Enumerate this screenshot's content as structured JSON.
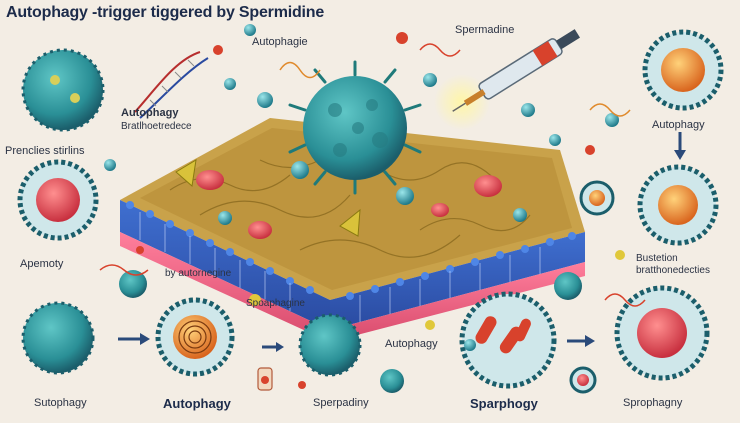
{
  "title": "Autophagy ‑trigger tiggered by Spermidine",
  "labels": {
    "autophagie_top": "Autophagie",
    "spermidine_top": "Spermadine",
    "autophagy_bubble": "Autophagy",
    "bubble_sub": "Bratlhoetredece",
    "left_mid": "Prenclies stirlins",
    "right_top": "Autophagy",
    "left_lower": "Apemoty",
    "by_autophagine": "by autornegine",
    "right_mid_1": "Bustetion",
    "right_mid_2": "bratthonedecties",
    "spoaphagine": "Spoaphagine",
    "center_autophagy": "Autophagy",
    "bottom_1": "Sutophagy",
    "bottom_2": "Autophagy",
    "bottom_3": "Sperpadiny",
    "bottom_4": "Sparphogy",
    "bottom_5": "Sprophagny"
  }
}
